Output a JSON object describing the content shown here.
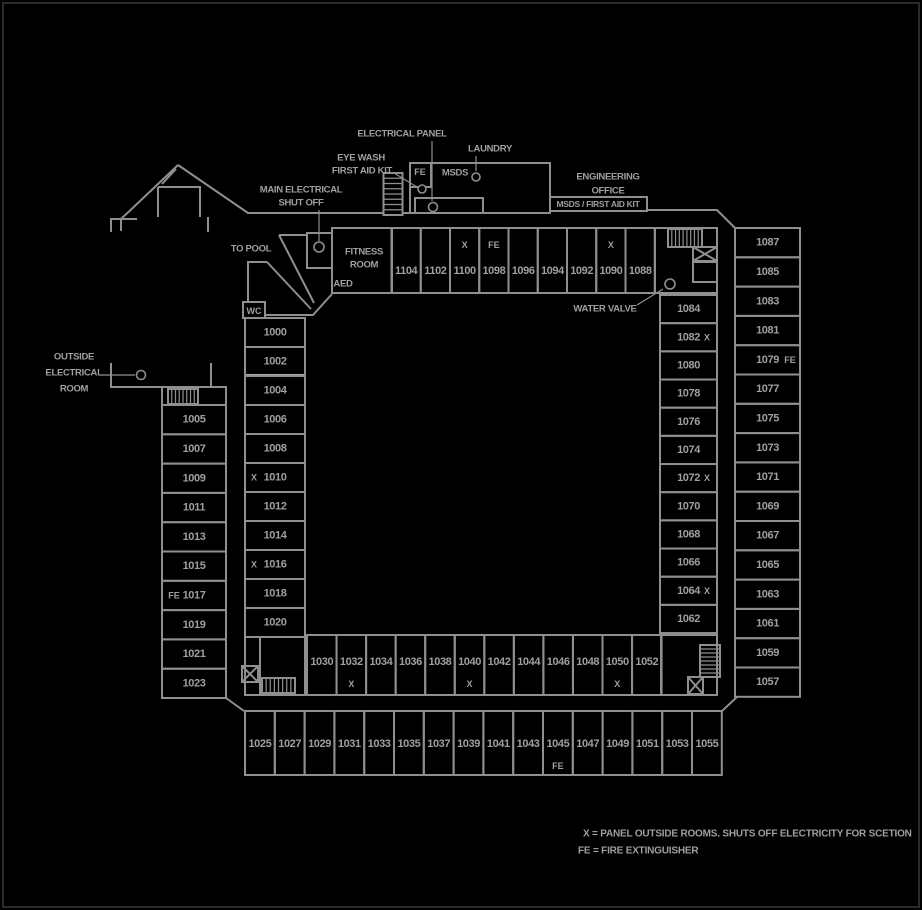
{
  "colors": {
    "background": "#000000",
    "wall_line": "#8f8f8f",
    "text": "#9f9f9f",
    "highlight_divider": "#e6e6e6"
  },
  "labels": {
    "electrical_panel": "ELECTRICAL PANEL",
    "eye_wash_1": "EYE WASH",
    "eye_wash_2": "FIRST AID KIT",
    "main_shutoff_1": "MAIN ELECTRICAL",
    "main_shutoff_2": "SHUT OFF",
    "laundry": "LAUNDRY",
    "engineering_1": "ENGINEERING",
    "engineering_2": "OFFICE",
    "msds_first_aid_kit": "MSDS / FIRST AID KIT",
    "fe_box": "FE",
    "msds": "MSDS",
    "to_pool": "TO POOL",
    "fitness_1": "FITNESS",
    "fitness_2": "ROOM",
    "aed": "AED",
    "wc": "WC",
    "water_valve": "WATER VALVE",
    "outside_1": "OUTSIDE",
    "outside_2": "ELECTRICAL",
    "outside_3": "ROOM"
  },
  "legend": {
    "line1": "X = PANEL OUTSIDE ROOMS. SHUTS OFF ELECTRICITY FOR SCETION",
    "line2": "FE = FIRE EXTINGUISHER"
  },
  "icons": {
    "stairs": "stairs-icon",
    "elevator": "elevator-x-icon",
    "valve_circle": "valve-circle-icon"
  },
  "rooms": {
    "top_inner": [
      {
        "n": "1104"
      },
      {
        "n": "1102"
      },
      {
        "n": "1100",
        "m": "X"
      },
      {
        "n": "1098",
        "m": "FE"
      },
      {
        "n": "1096"
      },
      {
        "n": "1094"
      },
      {
        "n": "1092"
      },
      {
        "n": "1090",
        "m": "X"
      },
      {
        "n": "1088"
      }
    ],
    "right_inner": [
      {
        "n": "1084"
      },
      {
        "n": "1082",
        "m": "X"
      },
      {
        "n": "1080"
      },
      {
        "n": "1078"
      },
      {
        "n": "1076"
      },
      {
        "n": "1074"
      },
      {
        "n": "1072",
        "m": "X"
      },
      {
        "n": "1070"
      },
      {
        "n": "1068"
      },
      {
        "n": "1066"
      },
      {
        "n": "1064",
        "m": "X"
      },
      {
        "n": "1062"
      }
    ],
    "right_outer": [
      {
        "n": "1087"
      },
      {
        "n": "1085"
      },
      {
        "n": "1083"
      },
      {
        "n": "1081"
      },
      {
        "n": "1079",
        "m": "FE"
      },
      {
        "n": "1077"
      },
      {
        "n": "1075"
      },
      {
        "n": "1073"
      },
      {
        "n": "1071"
      },
      {
        "n": "1069"
      },
      {
        "n": "1067"
      },
      {
        "n": "1065"
      },
      {
        "n": "1063"
      },
      {
        "n": "1061"
      },
      {
        "n": "1059"
      },
      {
        "n": "1057"
      }
    ],
    "left_inner": [
      {
        "n": "1000"
      },
      {
        "n": "1002"
      },
      {
        "n": "1004"
      },
      {
        "n": "1006"
      },
      {
        "n": "1008"
      },
      {
        "n": "1010",
        "m": "X"
      },
      {
        "n": "1012"
      },
      {
        "n": "1014"
      },
      {
        "n": "1016",
        "m": "X"
      },
      {
        "n": "1018"
      },
      {
        "n": "1020"
      }
    ],
    "left_outer": [
      {
        "n": "1005"
      },
      {
        "n": "1007"
      },
      {
        "n": "1009"
      },
      {
        "n": "1011"
      },
      {
        "n": "1013"
      },
      {
        "n": "1015"
      },
      {
        "n": "1017",
        "m": "FE"
      },
      {
        "n": "1019"
      },
      {
        "n": "1021"
      },
      {
        "n": "1023"
      }
    ],
    "bottom_inner": [
      {
        "n": "1030"
      },
      {
        "n": "1032",
        "m": "X"
      },
      {
        "n": "1034"
      },
      {
        "n": "1036"
      },
      {
        "n": "1038"
      },
      {
        "n": "1040",
        "m": "X"
      },
      {
        "n": "1042"
      },
      {
        "n": "1044"
      },
      {
        "n": "1046"
      },
      {
        "n": "1048"
      },
      {
        "n": "1050",
        "m": "X"
      },
      {
        "n": "1052"
      }
    ],
    "bottom_outer": [
      {
        "n": "1025"
      },
      {
        "n": "1027"
      },
      {
        "n": "1029"
      },
      {
        "n": "1031"
      },
      {
        "n": "1033"
      },
      {
        "n": "1035"
      },
      {
        "n": "1037"
      },
      {
        "n": "1039"
      },
      {
        "n": "1041"
      },
      {
        "n": "1043"
      },
      {
        "n": "1045",
        "m": "FE"
      },
      {
        "n": "1047"
      },
      {
        "n": "1049"
      },
      {
        "n": "1051"
      },
      {
        "n": "1053"
      },
      {
        "n": "1055"
      }
    ]
  }
}
